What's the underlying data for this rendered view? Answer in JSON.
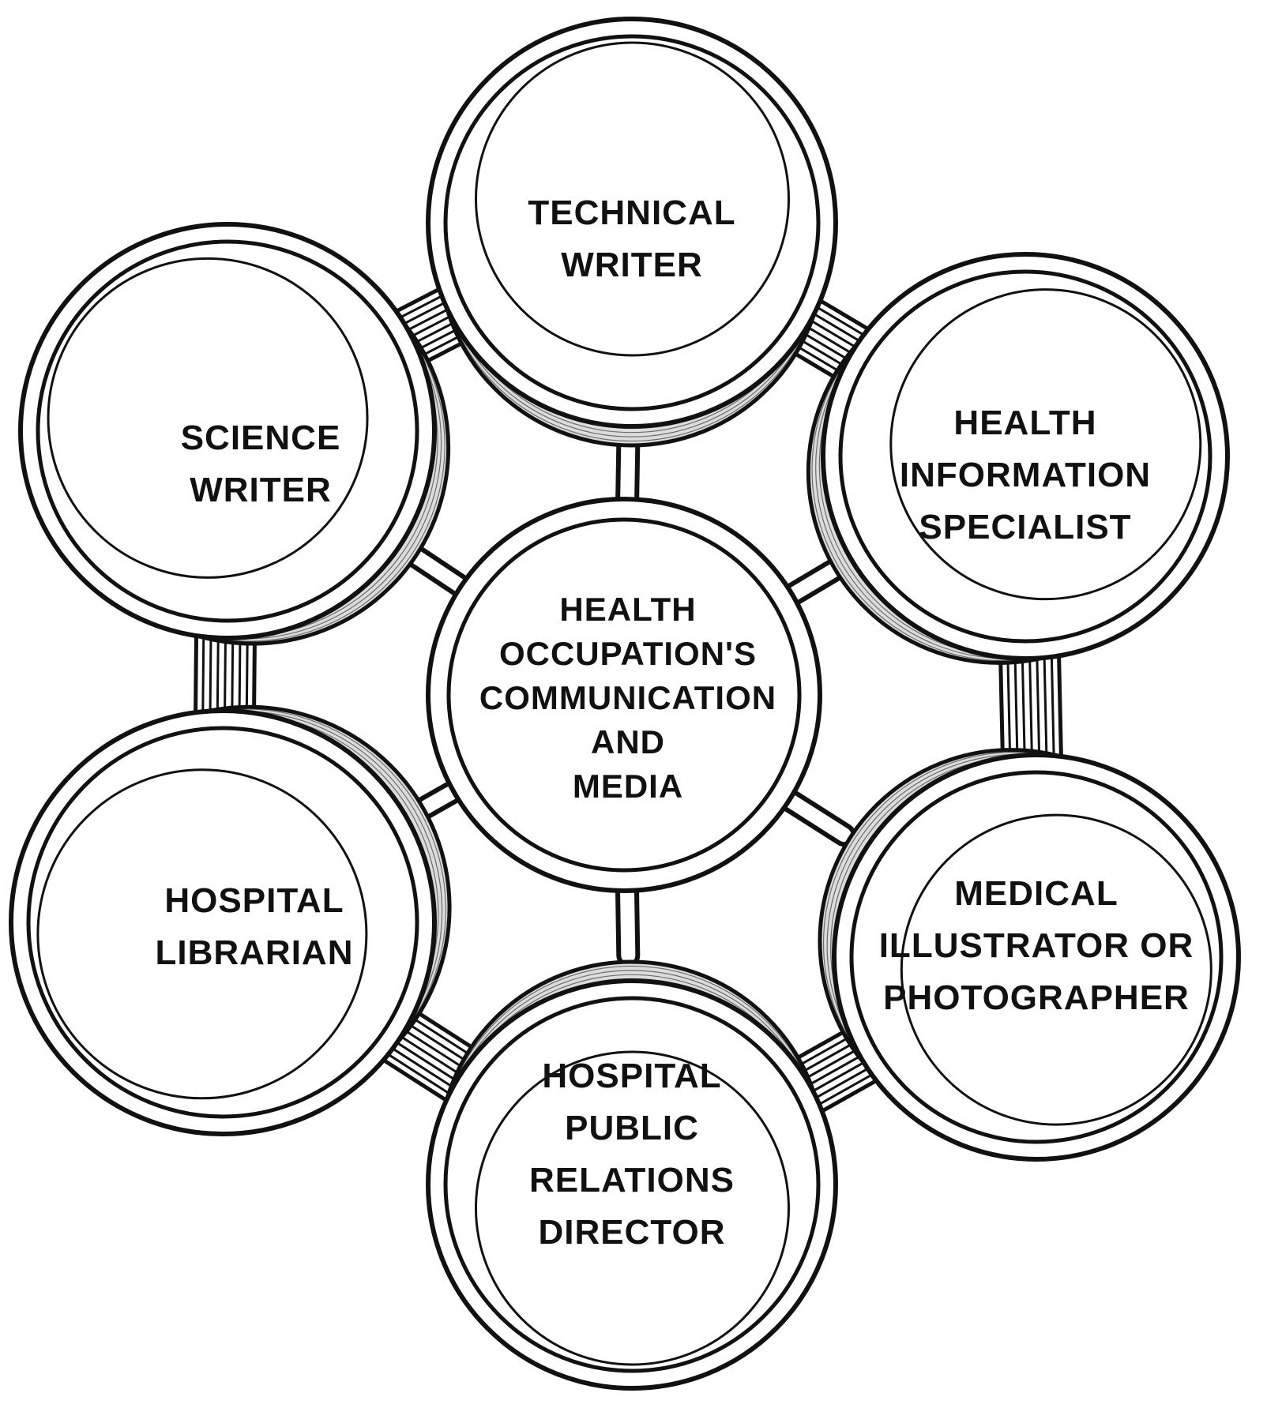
{
  "diagram": {
    "colors": {
      "ink": "#111111",
      "paper": "#ffffff"
    },
    "center": {
      "lines": [
        "HEALTH",
        "OCCUPATION'S",
        "COMMUNICATION",
        "AND",
        "MEDIA"
      ]
    },
    "nodes": [
      {
        "id": "technical-writer",
        "lines": [
          "TECHNICAL",
          "WRITER"
        ]
      },
      {
        "id": "health-information-specialist",
        "lines": [
          "HEALTH",
          "INFORMATION",
          "SPECIALIST"
        ]
      },
      {
        "id": "medical-illustrator",
        "lines": [
          "MEDICAL",
          "ILLUSTRATOR OR",
          "PHOTOGRAPHER"
        ]
      },
      {
        "id": "hospital-public-relations-director",
        "lines": [
          "HOSPITAL",
          "PUBLIC",
          "RELATIONS",
          "DIRECTOR"
        ]
      },
      {
        "id": "hospital-librarian",
        "lines": [
          "HOSPITAL",
          "LIBRARIAN"
        ]
      },
      {
        "id": "science-writer",
        "lines": [
          "SCIENCE",
          "WRITER"
        ]
      }
    ]
  }
}
